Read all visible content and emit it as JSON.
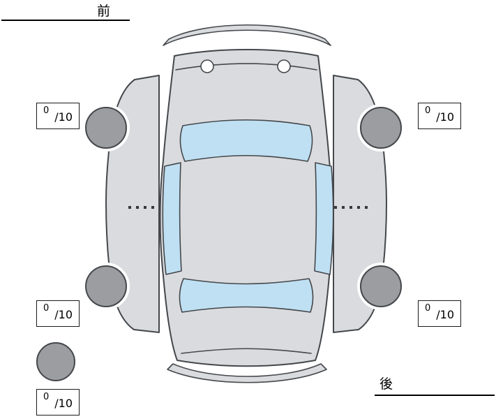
{
  "diagram": {
    "front_label": "前",
    "rear_label": "後"
  },
  "tire_scores": {
    "front_left": {
      "value": "0",
      "max": "/10"
    },
    "front_right": {
      "value": "0",
      "max": "/10"
    },
    "rear_left": {
      "value": "0",
      "max": "/10"
    },
    "rear_right": {
      "value": "0",
      "max": "/10"
    },
    "spare": {
      "value": "0",
      "max": "/10"
    }
  },
  "colors": {
    "body": "#d9dbde",
    "window": "#bfe0f2",
    "tire": "#9b9da0",
    "outline": "#44474b",
    "text": "#000000"
  }
}
